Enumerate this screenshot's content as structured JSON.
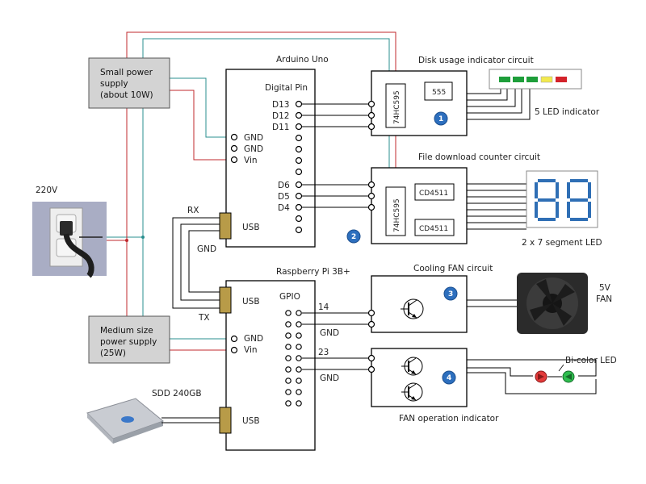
{
  "labels": {
    "arduino_title": "Arduino Uno",
    "digital_pin": "Digital Pin",
    "d13": "D13",
    "d12": "D12",
    "d11": "D11",
    "d6": "D6",
    "d5": "D5",
    "d4": "D4",
    "gnd1": "GND",
    "gnd2": "GND",
    "vin1": "Vin",
    "usb_arduino": "USB",
    "rx": "RX",
    "gnd_serial": "GND",
    "tx": "TX",
    "rpi_title": "Raspberry Pi 3B+",
    "gpio": "GPIO",
    "usb_rpi1": "USB",
    "usb_rpi2": "USB",
    "gnd3": "GND",
    "vin2": "Vin",
    "pin14": "14",
    "gnd_fan": "GND",
    "pin23": "23",
    "gnd_led": "GND",
    "small_psu_1": "Small power",
    "small_psu_2": "supply",
    "small_psu_3": "(about 10W)",
    "medium_psu_1": "Medium size",
    "medium_psu_2": "power supply",
    "medium_psu_3": "(25W)",
    "v220": "220V",
    "ssd": "SDD 240GB",
    "disk_title": "Disk usage indicator circuit",
    "file_title": "File download counter circuit",
    "fan_title": "Cooling FAN circuit",
    "fanop_title": "FAN operation indicator",
    "chip_595_a": "74HC595",
    "chip_555": "555",
    "chip_595_b": "74HC595",
    "chip_4511_a": "CD4511",
    "chip_4511_b": "CD4511",
    "n1": "1",
    "n2": "2",
    "n3": "3",
    "n4": "4",
    "five_led": "5 LED indicator",
    "seg_led": "2 x 7 segment LED",
    "fan_v": "5V",
    "fan_l": "FAN",
    "bicolor": "Bi-color LED"
  },
  "colors": {
    "wire_red": "#c0282d",
    "wire_teal": "#2a8f8f",
    "psu_fill": "#d3d3d3",
    "led_bar": [
      "#1e9e3a",
      "#1e9e3a",
      "#1e9e3a",
      "#f2e94e",
      "#d3222a"
    ],
    "seven_seg": "#2f6fb5",
    "badge": "#2d6fbe"
  },
  "icons": [
    "power-outlet-icon",
    "ssd-drive-icon",
    "cooling-fan-icon",
    "transistor-icon",
    "bicolor-led-icon"
  ]
}
